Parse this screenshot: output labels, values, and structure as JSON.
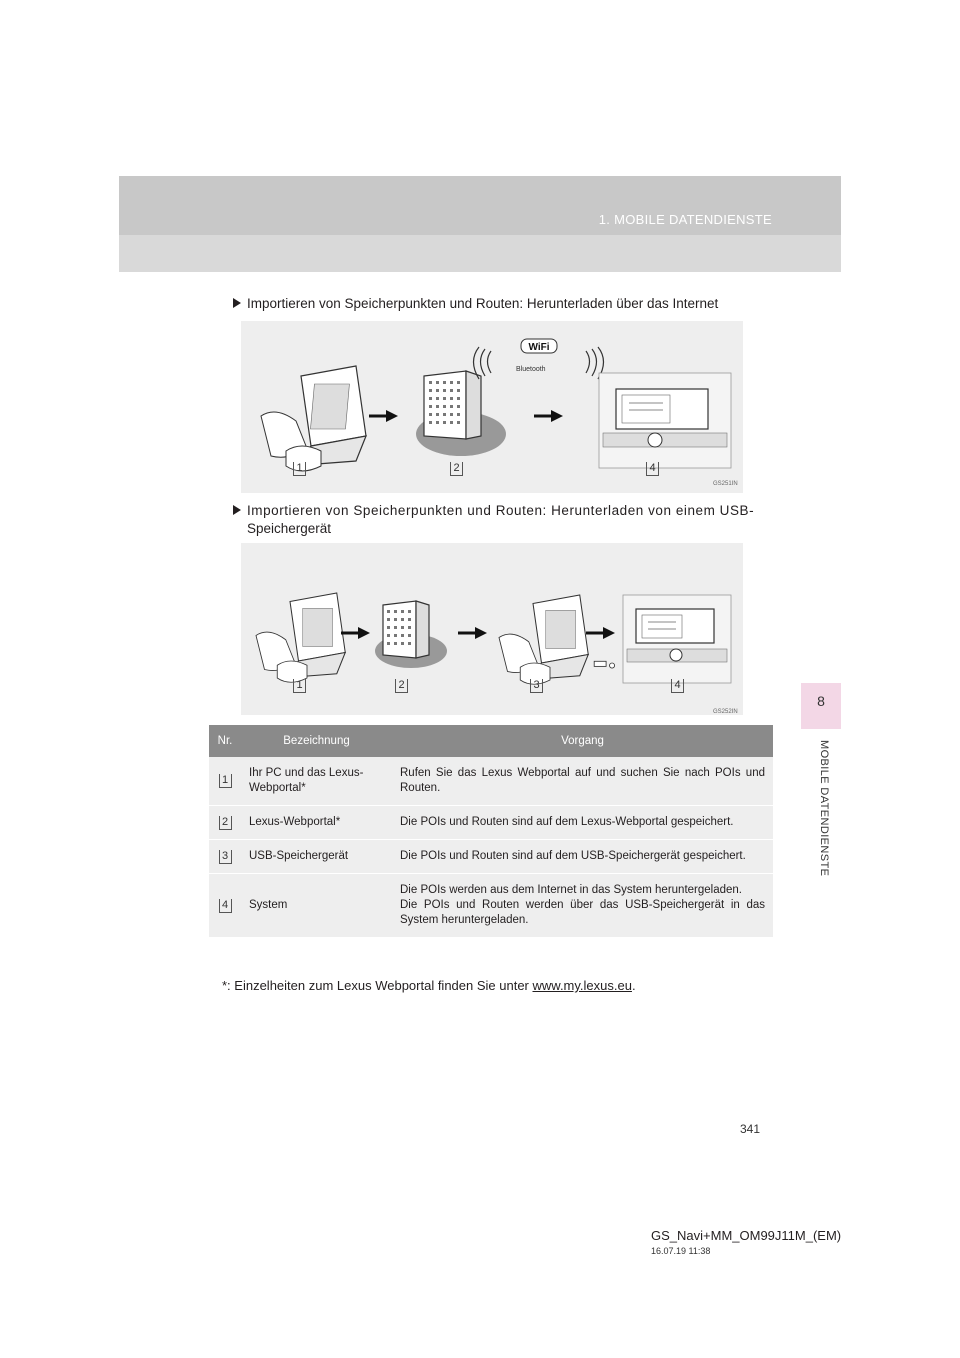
{
  "header": {
    "title": "1. MOBILE DATENDIENSTE"
  },
  "side_tab": {
    "number": "8",
    "label": "MOBILE DATENDIENSTE"
  },
  "section1": {
    "text": "Importieren von Speicherpunkten und Routen: Herunterladen über das Internet",
    "figure_code": "GS251IN",
    "badges": [
      "1",
      "2",
      "4"
    ],
    "logos": {
      "wifi": "WiFi",
      "bluetooth": "Bluetooth"
    }
  },
  "section2": {
    "text_line1": "Importieren von Speicherpunkten und Routen: Herunterladen von einem USB-",
    "text_line2": "Speichergerät",
    "figure_code": "GS252IN",
    "badges": [
      "1",
      "2",
      "3",
      "4"
    ]
  },
  "table": {
    "headers": [
      "Nr.",
      "Bezeichnung",
      "Vorgang"
    ],
    "rows": [
      {
        "nr": "1",
        "name": "Ihr PC und das Lexus-Webportal*",
        "desc": "Rufen Sie das Lexus Webportal auf und suchen Sie nach POIs und Routen."
      },
      {
        "nr": "2",
        "name": "Lexus-Webportal*",
        "desc": "Die POIs und Routen sind auf dem Lexus-Webportal gespeichert."
      },
      {
        "nr": "3",
        "name": "USB-Speichergerät",
        "desc": "Die POIs und Routen sind auf dem USB-Speichergerät gespeichert."
      },
      {
        "nr": "4",
        "name": "System",
        "desc": "Die POIs werden aus dem Internet in das System heruntergeladen.",
        "desc2": "Die POIs und Routen werden über das USB-Speichergerät in das System heruntergeladen."
      }
    ]
  },
  "footnote": {
    "text": "*: Einzelheiten zum Lexus Webportal finden Sie unter ",
    "link": "www.my.lexus.eu",
    "end": "."
  },
  "page_number": "341",
  "doc_id": "GS_Navi+MM_OM99J11M_(EM)",
  "doc_date": "16.07.19    11:38"
}
